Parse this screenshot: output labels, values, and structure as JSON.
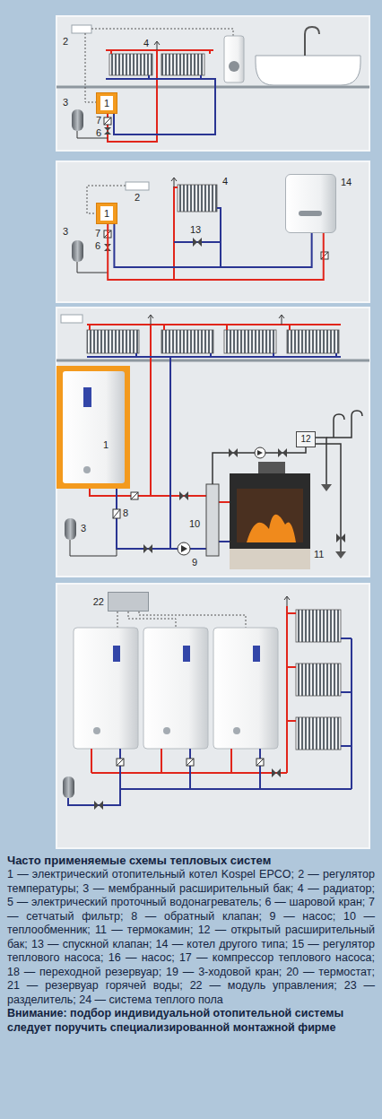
{
  "diagram": {
    "title": "Часто применяемые схемы тепловых систем",
    "caption": "1 — электрический отопительный котел Kospel EPCO; 2 — регулятор температуры; 3 — мембранный расширительный бак; 4 — радиатор; 5 — электрический проточный водонагреватель; 6 — шаровой кран; 7 — сетчатый фильтр; 8 — обратный клапан; 9 — насос; 10 — теплообменник; 11 — термокамин; 12 — открытый расширительный бак; 13 — спускной клапан; 14 — котел другого типа; 15 — регулятор теплового насоса; 16 — насос; 17 — компрессор теплового насоса; 18 — переходной резервуар; 19 — 3-ходовой кран; 20 — термостат; 21 — резервуар горячей воды; 22 — модуль управления; 23 — разделитель; 24 — система теплого пола",
    "nodes": [
      {
        "text": [
          "1"
        ]
      },
      {
        "text": [
          "1"
        ]
      },
      {
        "text": [
          "14"
        ]
      },
      {
        "text": [
          "1"
        ]
      },
      {
        "text": [
          "12"
        ]
      },
      {
        "text": [
          "22"
        ]
      }
    ],
    "edges": [
      {
        "from": 1,
        "to": 2,
        "arrow": "none"
      },
      {
        "from": 1,
        "to": 2,
        "arrow": "none"
      }
    ],
    "labels": [
      "2",
      "4",
      "3",
      "7",
      "6",
      "2",
      "4",
      "13",
      "3",
      "7",
      "6",
      "8",
      "10",
      "9",
      "3",
      "11",
      "Внимание: подбор индивидуальной отопительной системы следует поручить специализированной монтажной фирме"
    ]
  }
}
